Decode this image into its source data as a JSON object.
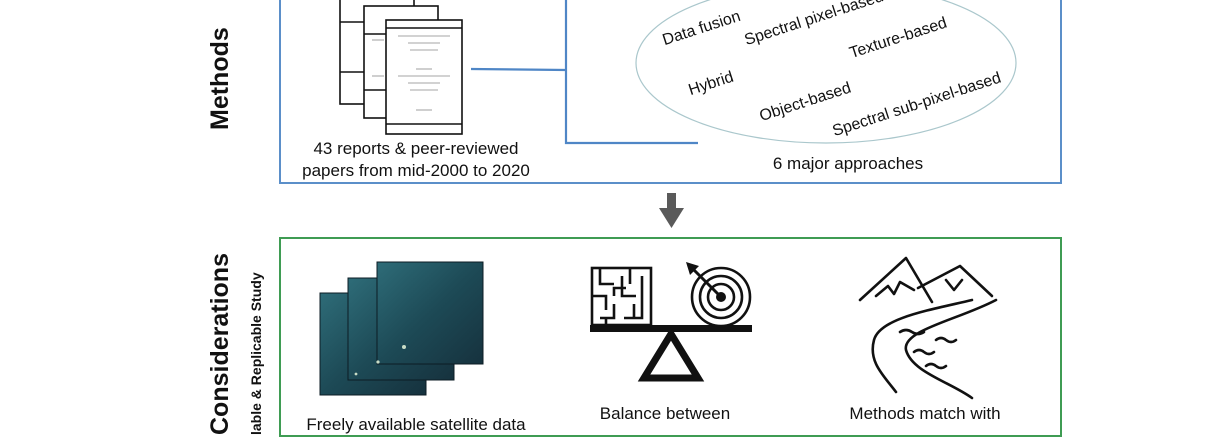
{
  "labels": {
    "methods": "Methods",
    "considerations": "Considerations",
    "considerations_sub": "lable & Replicable Study"
  },
  "methods_panel": {
    "docs_caption_line1": "43 reports & peer-reviewed",
    "docs_caption_line2": "papers from mid-2000 to 2020",
    "approaches": [
      "Data fusion",
      "Spectral pixel-based",
      "Texture-based",
      "Hybrid",
      "Object-based",
      "Spectral sub-pixel-based"
    ],
    "approaches_caption": "6 major approaches"
  },
  "considerations_panel": {
    "satellite_caption": "Freely available satellite data",
    "balance_caption": "Balance between",
    "methods_caption": "Methods match with"
  },
  "colors": {
    "methods_border": "#5b8fc9",
    "considerations_border": "#3f9c53",
    "arrow": "#5a5a5a"
  },
  "icons": [
    "document-stack-icon",
    "down-arrow-icon",
    "satellite-images-icon",
    "balance-scale-icon",
    "maze-icon",
    "target-icon",
    "mountains-river-icon"
  ]
}
